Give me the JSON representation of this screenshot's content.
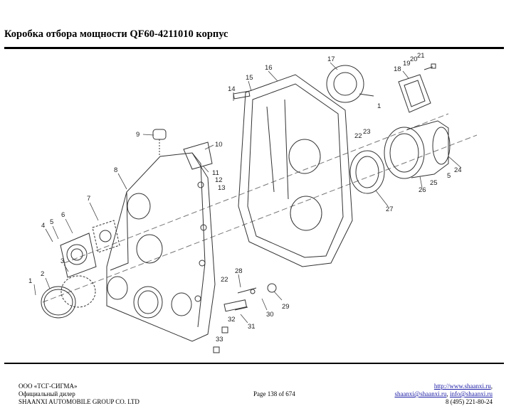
{
  "header": {
    "title": "Коробка отбора мощности QF60-4211010 корпус"
  },
  "callouts": [
    "1",
    "2",
    "3",
    "4",
    "5",
    "6",
    "7",
    "8",
    "9",
    "10",
    "11",
    "12",
    "13",
    "14",
    "15",
    "16",
    "17",
    "18",
    "19",
    "20",
    "21",
    "22",
    "23",
    "24",
    "25",
    "26",
    "27",
    "28",
    "29",
    "30",
    "31",
    "32",
    "33"
  ],
  "callout_extra": {
    "n1": "1",
    "n5": "5",
    "n22": "22"
  },
  "footer": {
    "company": "ООО «ТСГ-СИГМА»",
    "dealer": "Официальный дилер",
    "group": "SHAANXI AUTOMOBILE GROUP CO. LTD",
    "page": "Page 138 of 674",
    "website": "http://www.shaanxi.ru",
    "website_suffix": ",",
    "email1": "shaanxi@shaanxi.ru",
    "email_sep": ", ",
    "email2": "info@shaanxi.ru",
    "phone": "8 (495) 221-80-24"
  }
}
